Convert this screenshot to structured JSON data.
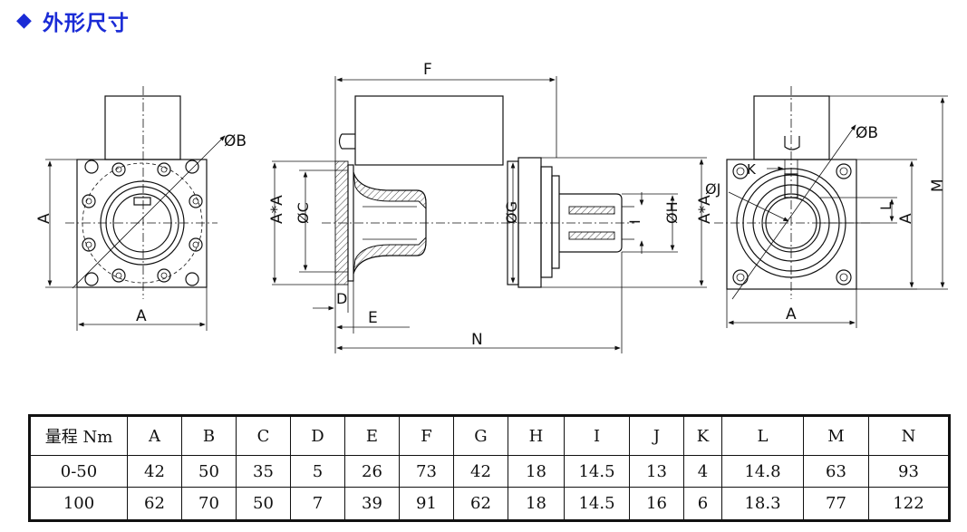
{
  "header": {
    "title": "外形尺寸"
  },
  "drawing": {
    "labels": {
      "phiB": "ØB",
      "phiB2": "ØB",
      "A_left_v": "A",
      "A_left_h": "A",
      "F": "F",
      "AxA": "A*A",
      "phiC": "ØC",
      "D": "D",
      "E": "E",
      "phiG": "ØG",
      "I": "I",
      "phiH": "ØH",
      "AxA2": "A*A",
      "N": "N",
      "K": "K",
      "phiJ": "ØJ",
      "L": "L",
      "A_right_v": "A",
      "M": "M",
      "A_right_h": "A"
    }
  },
  "table": {
    "headers": [
      "量程 Nm",
      "A",
      "B",
      "C",
      "D",
      "E",
      "F",
      "G",
      "H",
      "I",
      "J",
      "K",
      "L",
      "M",
      "N"
    ],
    "rows": [
      [
        "0-50",
        "42",
        "50",
        "35",
        "5",
        "26",
        "73",
        "42",
        "18",
        "14.5",
        "13",
        "4",
        "14.8",
        "63",
        "93"
      ],
      [
        "100",
        "62",
        "70",
        "50",
        "7",
        "39",
        "91",
        "62",
        "18",
        "14.5",
        "16",
        "6",
        "18.3",
        "77",
        "122"
      ]
    ]
  }
}
